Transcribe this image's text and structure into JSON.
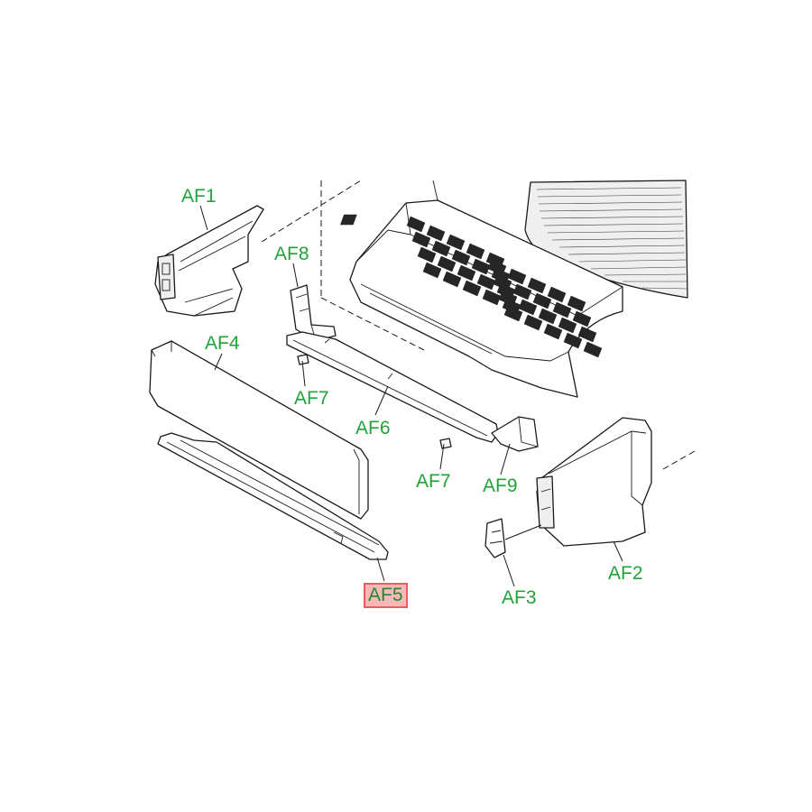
{
  "callouts": {
    "af1": "AF1",
    "af2": "AF2",
    "af3": "AF3",
    "af4": "AF4",
    "af5": "AF5",
    "af6": "AF6",
    "af7_left": "AF7",
    "af7_right": "AF7",
    "af8": "AF8",
    "af9": "AF9"
  },
  "highlighted_callout": "AF5",
  "colors": {
    "callout_text": "#22a33a",
    "highlight_fill": "#f6b8b8",
    "highlight_border": "#e06060",
    "line": "#1a1a1a"
  }
}
